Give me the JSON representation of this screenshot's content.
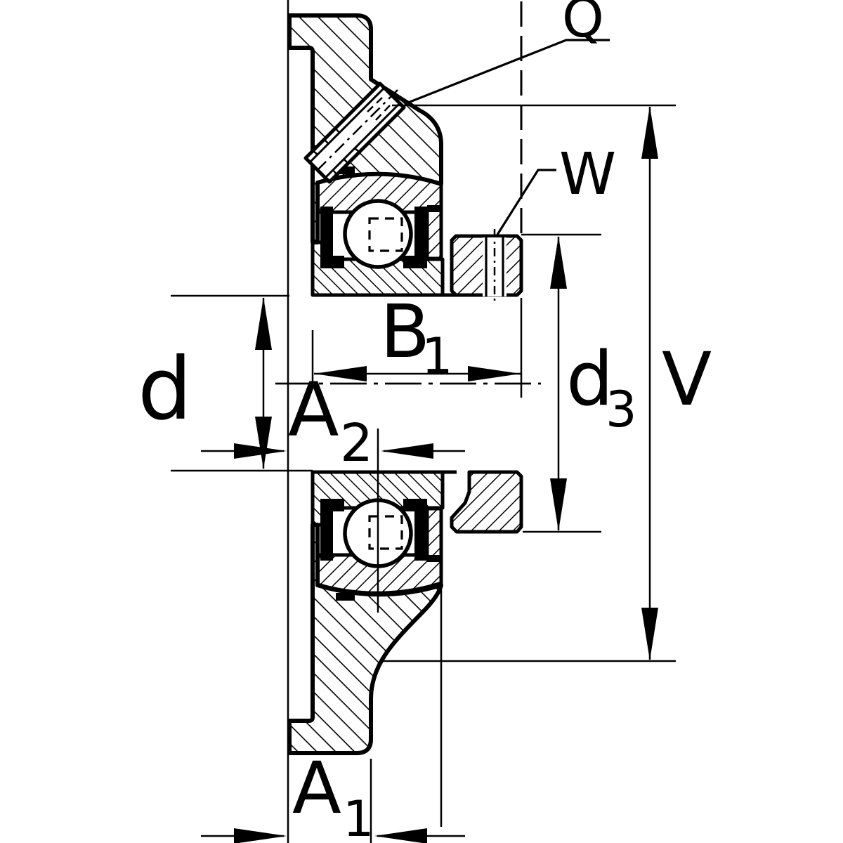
{
  "drawing": {
    "background": "#ffffff",
    "line_color": "#000000",
    "labels": {
      "q": {
        "text": "Q"
      },
      "w": {
        "text": "W"
      },
      "b1": {
        "base": "B",
        "sub": "1"
      },
      "d": {
        "text": "d"
      },
      "a2": {
        "base": "A",
        "sub": "2"
      },
      "d3": {
        "base": "d",
        "sub": "3"
      },
      "v": {
        "text": "V"
      },
      "a1": {
        "base": "A",
        "sub": "1"
      }
    }
  }
}
